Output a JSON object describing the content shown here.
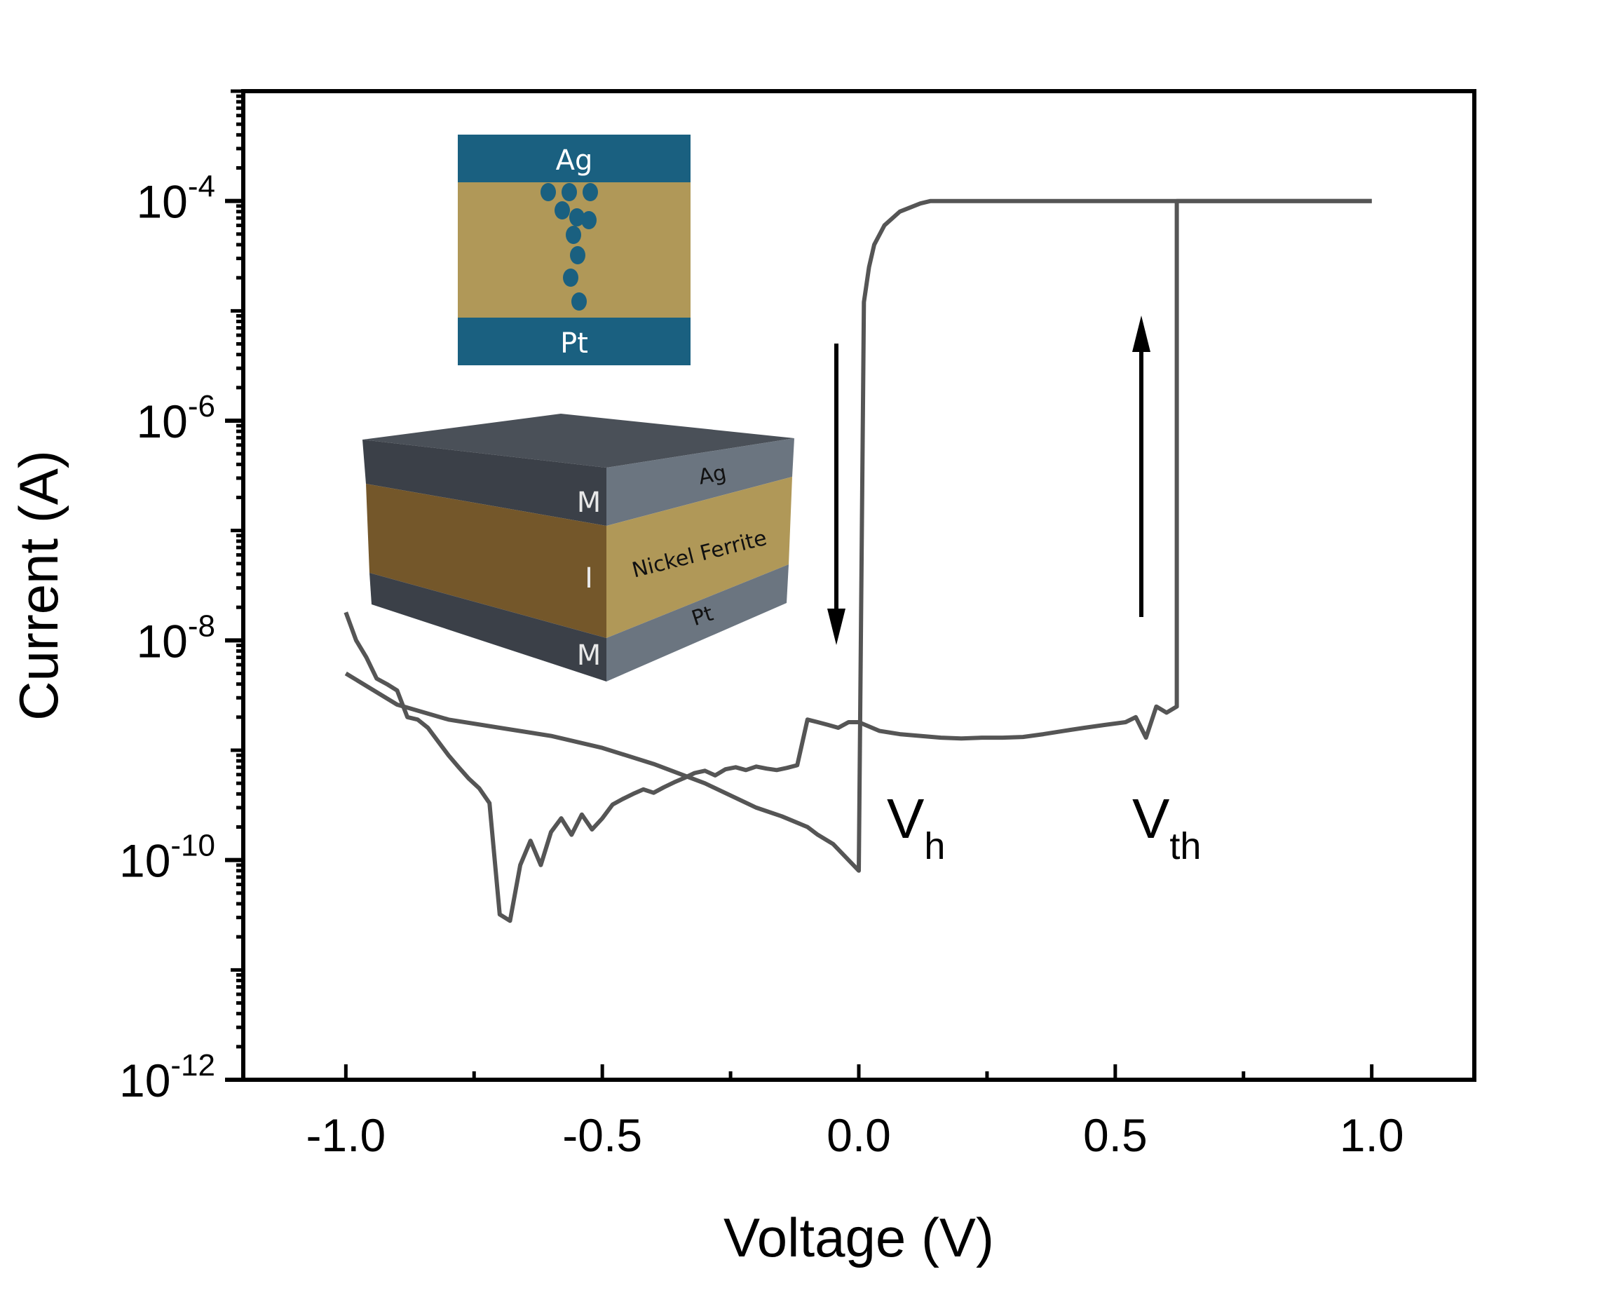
{
  "chart_data": {
    "type": "line",
    "xlabel": "Voltage (V)",
    "ylabel": "Current (A)",
    "xlim": [
      -1.2,
      1.2
    ],
    "ylim": [
      1e-12,
      0.001
    ],
    "yscale": "log",
    "x_ticks": [
      {
        "value": -1.0,
        "label": "-1.0"
      },
      {
        "value": -0.5,
        "label": "-0.5"
      },
      {
        "value": 0.0,
        "label": "0.0"
      },
      {
        "value": 0.5,
        "label": "0.5"
      },
      {
        "value": 1.0,
        "label": "1.0"
      }
    ],
    "y_ticks": [
      {
        "exp": -4,
        "base": "10",
        "sup": "-4"
      },
      {
        "exp": -6,
        "base": "10",
        "sup": "-6"
      },
      {
        "exp": -8,
        "base": "10",
        "sup": "-8"
      },
      {
        "exp": -10,
        "base": "10",
        "sup": "-10"
      },
      {
        "exp": -12,
        "base": "10",
        "sup": "-12"
      }
    ],
    "line_color": "#555555",
    "series": [
      {
        "x": [
          0.0,
          0.04,
          0.08,
          0.12,
          0.16,
          0.2,
          0.24,
          0.28,
          0.32,
          0.36,
          0.4,
          0.44,
          0.48,
          0.52,
          0.54,
          0.56,
          0.58,
          0.6,
          0.62,
          0.62,
          0.65,
          0.7,
          0.8,
          0.9,
          1.0
        ],
        "y": [
          1.8e-09,
          1.5e-09,
          1.4e-09,
          1.35e-09,
          1.3e-09,
          1.28e-09,
          1.3e-09,
          1.3e-09,
          1.32e-09,
          1.4e-09,
          1.5e-09,
          1.6e-09,
          1.7e-09,
          1.8e-09,
          2e-09,
          1.3e-09,
          2.5e-09,
          2.2e-09,
          2.5e-09,
          0.0001,
          0.0001,
          0.0001,
          0.0001,
          0.0001,
          0.0001
        ]
      },
      {
        "x": [
          1.0,
          0.8,
          0.6,
          0.4,
          0.2,
          0.14,
          0.12,
          0.08,
          0.05,
          0.03,
          0.02,
          0.01,
          0.0,
          -0.02,
          -0.05,
          -0.08,
          -0.1,
          -0.15,
          -0.2,
          -0.3,
          -0.4,
          -0.5,
          -0.6,
          -0.7,
          -0.8,
          -0.9,
          -1.0
        ],
        "y": [
          0.0001,
          0.0001,
          0.0001,
          0.0001,
          0.0001,
          0.0001,
          9.5e-05,
          8e-05,
          6e-05,
          4e-05,
          2.5e-05,
          1.2e-05,
          8e-11,
          1e-10,
          1.4e-10,
          1.7e-10,
          2e-10,
          2.5e-10,
          3e-10,
          5e-10,
          7.5e-10,
          1.05e-09,
          1.35e-09,
          1.6e-09,
          1.9e-09,
          2.6e-09,
          5e-09
        ]
      },
      {
        "x": [
          -1.0,
          -0.98,
          -0.96,
          -0.94,
          -0.92,
          -0.9,
          -0.88,
          -0.86,
          -0.84,
          -0.82,
          -0.8,
          -0.78,
          -0.76,
          -0.74,
          -0.72,
          -0.7,
          -0.68,
          -0.66,
          -0.64,
          -0.62,
          -0.6,
          -0.58,
          -0.56,
          -0.54,
          -0.52,
          -0.5,
          -0.48,
          -0.46,
          -0.44,
          -0.42,
          -0.4,
          -0.38,
          -0.36,
          -0.34,
          -0.32,
          -0.3,
          -0.28,
          -0.26,
          -0.24,
          -0.22,
          -0.2,
          -0.18,
          -0.16,
          -0.14,
          -0.12,
          -0.1,
          -0.08,
          -0.06,
          -0.04,
          -0.02,
          0.0
        ],
        "y": [
          1.8e-08,
          1e-08,
          7e-09,
          4.5e-09,
          4e-09,
          3.5e-09,
          2e-09,
          1.9e-09,
          1.6e-09,
          1.2e-09,
          9e-10,
          7e-10,
          5.5e-10,
          4.5e-10,
          3.3e-10,
          3.2e-11,
          2.8e-11,
          9e-11,
          1.5e-10,
          9e-11,
          1.8e-10,
          2.4e-10,
          1.7e-10,
          2.6e-10,
          1.9e-10,
          2.4e-10,
          3.2e-10,
          3.6e-10,
          4e-10,
          4.4e-10,
          4.1e-10,
          4.6e-10,
          5.1e-10,
          5.6e-10,
          6.2e-10,
          6.5e-10,
          5.9e-10,
          6.7e-10,
          7e-10,
          6.6e-10,
          7.1e-10,
          6.8e-10,
          6.6e-10,
          6.9e-10,
          7.3e-10,
          1.9e-09,
          1.8e-09,
          1.7e-09,
          1.6e-09,
          1.8e-09,
          1.8e-09
        ]
      }
    ],
    "annotations": [
      {
        "base": "V",
        "sub": "h"
      },
      {
        "base": "V",
        "sub": "th"
      }
    ],
    "arrows": [
      {
        "direction": "down"
      },
      {
        "direction": "up"
      }
    ],
    "insets": {
      "filament": {
        "top_label": "Ag",
        "bottom_label": "Pt"
      },
      "stack": {
        "top_label": "Ag",
        "middle_label": "Nickel Ferrite",
        "bottom_label": "Pt",
        "side_labels": [
          "M",
          "I",
          "M"
        ]
      }
    }
  }
}
